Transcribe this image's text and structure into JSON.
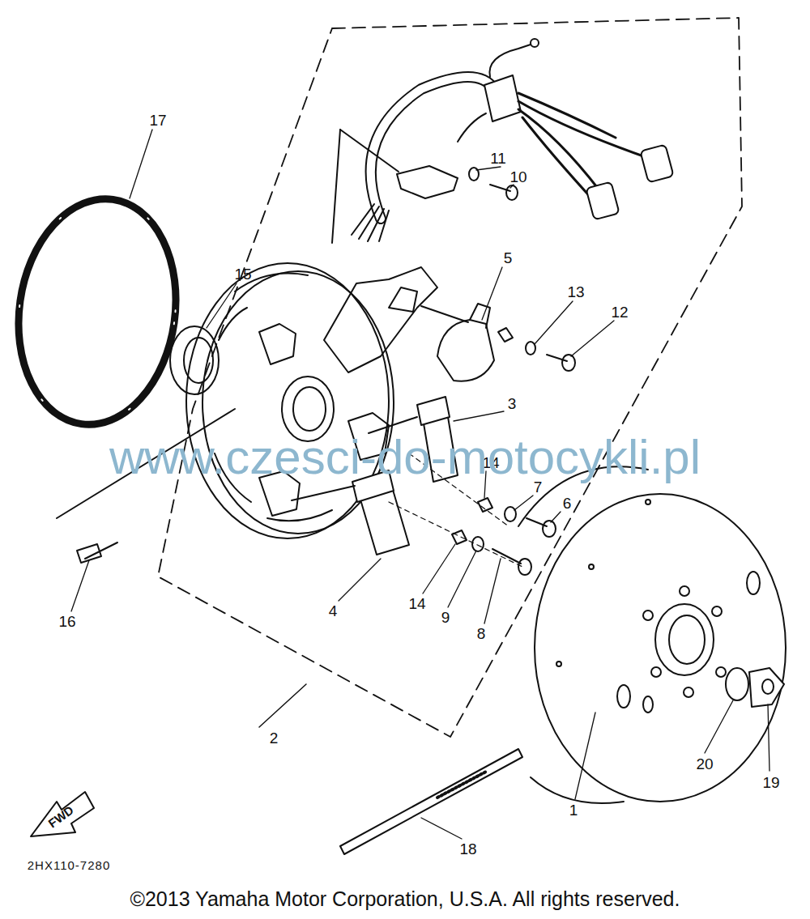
{
  "diagram": {
    "caption": "©2013 Yamaha Motor Corporation, U.S.A. All rights reserved.",
    "labels": [
      "17",
      "11",
      "10",
      "15",
      "5",
      "13",
      "12",
      "3",
      "14",
      "7",
      "6",
      "16",
      "4",
      "14",
      "9",
      "8",
      "2",
      "1",
      "20",
      "19",
      "18",
      "FWD",
      "2HX110-7280",
      "www.czesci-do-motocykli.pl"
    ]
  }
}
